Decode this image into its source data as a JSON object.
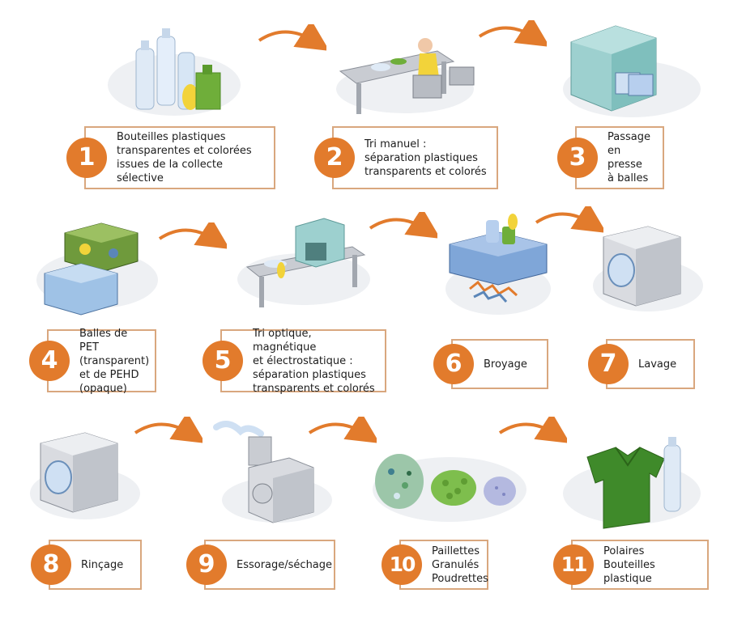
{
  "accent_color": "#e27b2c",
  "border_color": "#d9a77e",
  "steps": [
    {
      "number": "1",
      "label": "Bouteilles plastiques\ntransparentes et colorées\nissues de la collecte sélective"
    },
    {
      "number": "2",
      "label": "Tri manuel :\nséparation plastiques\ntransparents et colorés"
    },
    {
      "number": "3",
      "label": "Passage\nen presse\nà balles"
    },
    {
      "number": "4",
      "label": "Balles de PET\n(transparent)\net de PEHD\n(opaque)"
    },
    {
      "number": "5",
      "label": "Tri optique, magnétique\net électrostatique :\nséparation plastiques\ntransparents et colorés"
    },
    {
      "number": "6",
      "label": "Broyage"
    },
    {
      "number": "7",
      "label": "Lavage"
    },
    {
      "number": "8",
      "label": "Rinçage"
    },
    {
      "number": "9",
      "label": "Essorage/séchage"
    },
    {
      "number": "10",
      "label": "Paillettes\nGranulés\nPoudrettes"
    },
    {
      "number": "11",
      "label": "Polaires\nBouteilles plastique"
    }
  ]
}
